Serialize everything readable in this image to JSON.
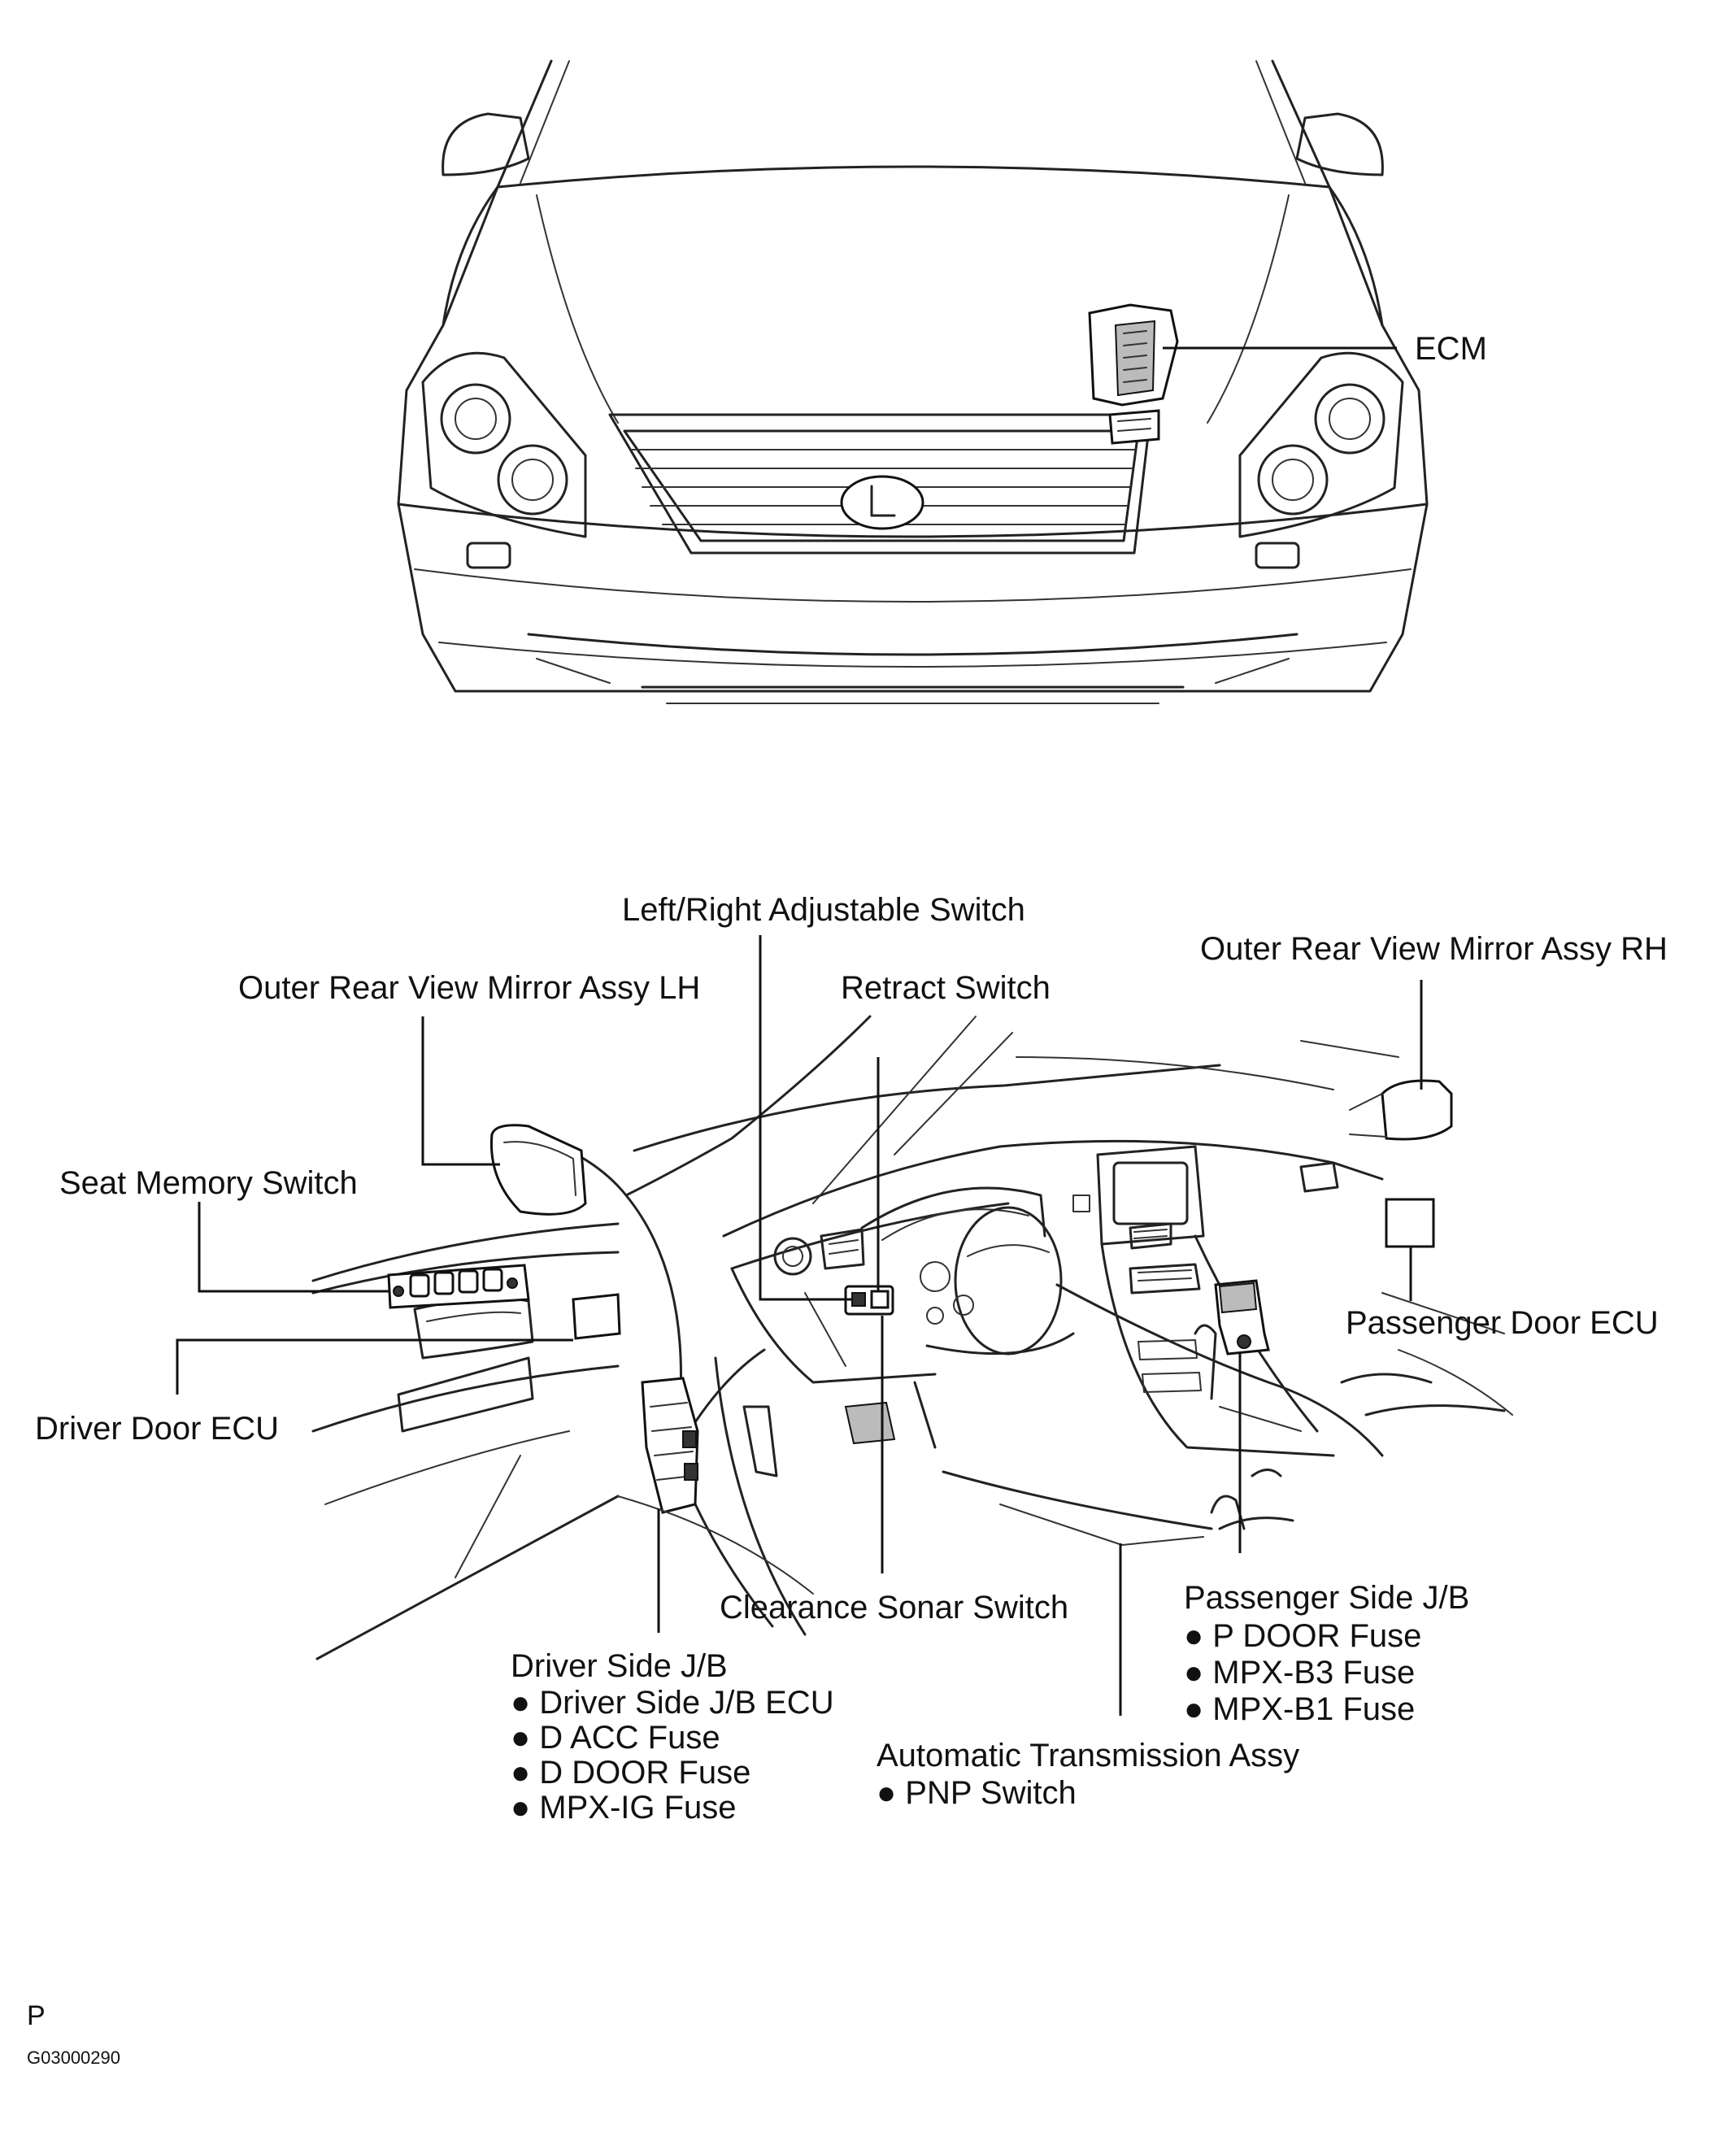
{
  "labels": {
    "ecm": "ECM",
    "lr_adjustable_switch": "Left/Right Adjustable Switch",
    "outer_mirror_rh": "Outer Rear View Mirror Assy RH",
    "outer_mirror_lh": "Outer Rear View Mirror Assy LH",
    "retract_switch": "Retract Switch",
    "seat_memory_switch": "Seat Memory Switch",
    "passenger_door_ecu": "Passenger Door ECU",
    "driver_door_ecu": "Driver Door ECU",
    "clearance_sonar_switch": "Clearance Sonar Switch",
    "automatic_transmission_assy": "Automatic Transmission Assy",
    "pnp_switch": "● PNP Switch"
  },
  "passenger_side_jb": {
    "title": "Passenger Side J/B",
    "items": [
      "● P DOOR Fuse",
      "● MPX-B3 Fuse",
      "● MPX-B1 Fuse"
    ]
  },
  "driver_side_jb": {
    "title": "Driver Side J/B",
    "items": [
      "● Driver Side J/B ECU",
      "● D ACC Fuse",
      "● D DOOR Fuse",
      "● MPX-IG Fuse"
    ]
  },
  "footer": {
    "code": "P",
    "figure_id": "G03000290"
  }
}
